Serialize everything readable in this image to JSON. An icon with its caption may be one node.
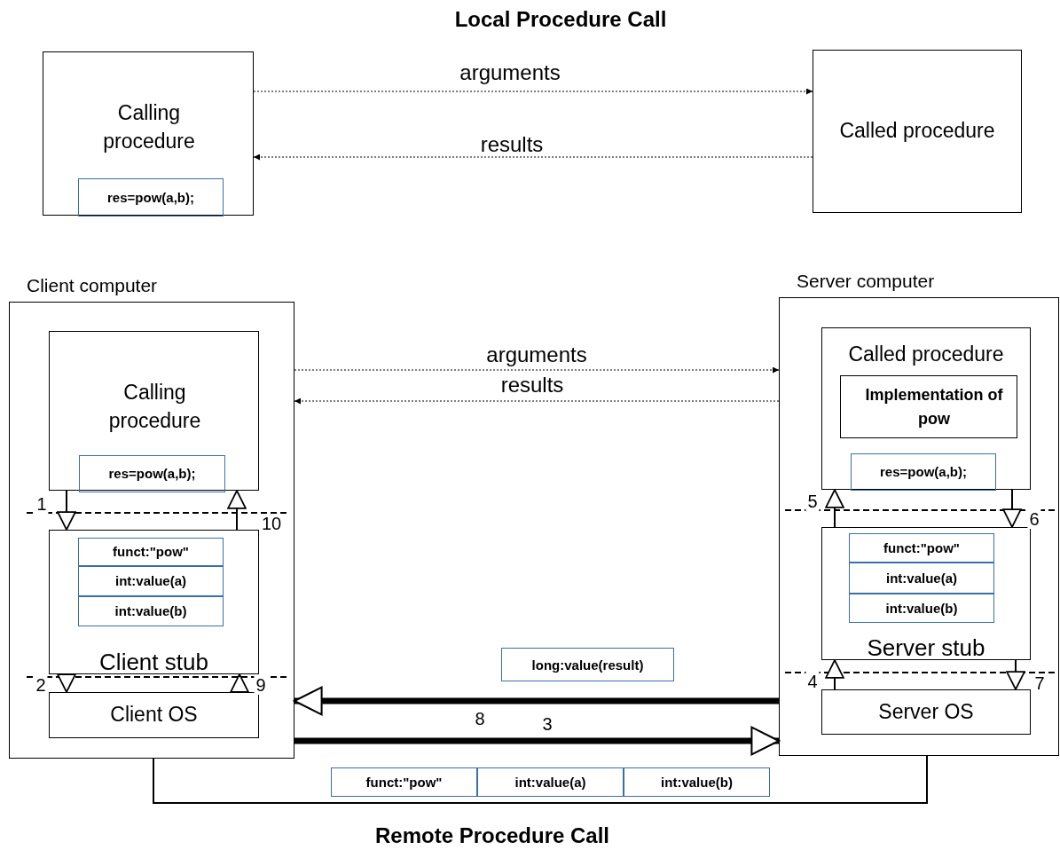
{
  "diagram": {
    "title": "Local Procedure Call",
    "caption": "Remote Procedure Call",
    "nodes": [
      {
        "text": [
          "Calling procedure"
        ]
      },
      {
        "text": [
          "res=pow(a,b);"
        ],
        "in": 0
      },
      {
        "text": [
          "Called procedure"
        ]
      },
      {
        "text": [
          "Client computer"
        ]
      },
      {
        "text": [
          "Calling procedure"
        ],
        "in": 3
      },
      {
        "text": [
          "res=pow(a,b);"
        ],
        "in": 4
      },
      {
        "text": [
          "Client stub"
        ],
        "in": 3
      },
      {
        "text": [
          "funct:\"pow\""
        ],
        "in": 6
      },
      {
        "text": [
          "int:value(a)"
        ],
        "in": 6
      },
      {
        "text": [
          "int:value(b)"
        ],
        "in": 6
      },
      {
        "text": [
          "Client OS"
        ],
        "in": 3
      },
      {
        "text": [
          "Server computer"
        ]
      },
      {
        "text": [
          "Called procedure"
        ],
        "in": 11
      },
      {
        "text": [
          "Implementation of pow"
        ],
        "in": 12
      },
      {
        "text": [
          "res=pow(a,b);"
        ],
        "in": 12
      },
      {
        "text": [
          "Server stub"
        ],
        "in": 11
      },
      {
        "text": [
          "funct:\"pow\""
        ],
        "in": 15
      },
      {
        "text": [
          "int:value(a)"
        ],
        "in": 15
      },
      {
        "text": [
          "int:value(b)"
        ],
        "in": 15
      },
      {
        "text": [
          "Server OS"
        ],
        "in": 11
      },
      {
        "text": [
          "long:value(result)"
        ]
      },
      {
        "text": [
          "funct:\"pow\""
        ]
      },
      {
        "text": [
          "int:value(a)"
        ]
      },
      {
        "text": [
          "int:value(b)"
        ]
      }
    ],
    "edges": [
      {
        "from": 0,
        "to": 2,
        "arrow": "to",
        "label": "arguments",
        "style": "dashed"
      },
      {
        "from": 2,
        "to": 0,
        "arrow": "to",
        "label": "results",
        "style": "dashed"
      },
      {
        "from": 3,
        "to": 11,
        "arrow": "to",
        "label": "arguments",
        "style": "dashed"
      },
      {
        "from": 11,
        "to": 3,
        "arrow": "to",
        "label": "results",
        "style": "dashed"
      },
      {
        "from": 4,
        "to": 6,
        "arrow": "to",
        "label": "1"
      },
      {
        "from": 6,
        "to": 10,
        "arrow": "to",
        "label": "2"
      },
      {
        "from": 3,
        "to": 11,
        "arrow": "to",
        "label": "3",
        "style": "thick"
      },
      {
        "from": 19,
        "to": 15,
        "arrow": "to",
        "label": "4"
      },
      {
        "from": 15,
        "to": 12,
        "arrow": "to",
        "label": "5"
      },
      {
        "from": 12,
        "to": 15,
        "arrow": "to",
        "label": "6"
      },
      {
        "from": 15,
        "to": 19,
        "arrow": "to",
        "label": "7"
      },
      {
        "from": 11,
        "to": 3,
        "arrow": "to",
        "label": "8",
        "style": "thick"
      },
      {
        "from": 10,
        "to": 6,
        "arrow": "to",
        "label": "9"
      },
      {
        "from": 6,
        "to": 4,
        "arrow": "to",
        "label": "10"
      },
      {
        "from": 3,
        "to": 11,
        "arrow": "none"
      }
    ]
  }
}
